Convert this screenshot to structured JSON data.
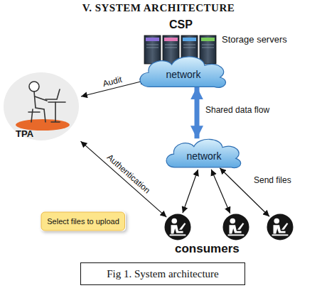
{
  "diagram": {
    "title": "V. SYSTEM ARCHITECTURE",
    "caption": "Fig 1. System architecture",
    "nodes": [
      {
        "text": [
          "network"
        ]
      },
      {
        "text": [
          "TPA"
        ]
      },
      {
        "text": [
          "network"
        ]
      },
      {
        "text": [
          "Select files to upload"
        ]
      },
      {
        "text": []
      },
      {
        "text": []
      },
      {
        "text": []
      }
    ],
    "edges": [
      {
        "from": 1,
        "to": 0,
        "label": "Audit",
        "arrow": "both"
      },
      {
        "from": 0,
        "to": 2,
        "label": "Shared data flow",
        "arrow": "both"
      },
      {
        "from": 1,
        "to": 4,
        "label": "Authentication",
        "arrow": "both"
      },
      {
        "from": 2,
        "to": 4,
        "arrow": "both"
      },
      {
        "from": 2,
        "to": 5,
        "arrow": "both"
      },
      {
        "from": 2,
        "to": 6,
        "arrow": "both"
      }
    ],
    "labels": [
      "CSP",
      "Storage servers",
      "Send files",
      "consumers"
    ]
  }
}
